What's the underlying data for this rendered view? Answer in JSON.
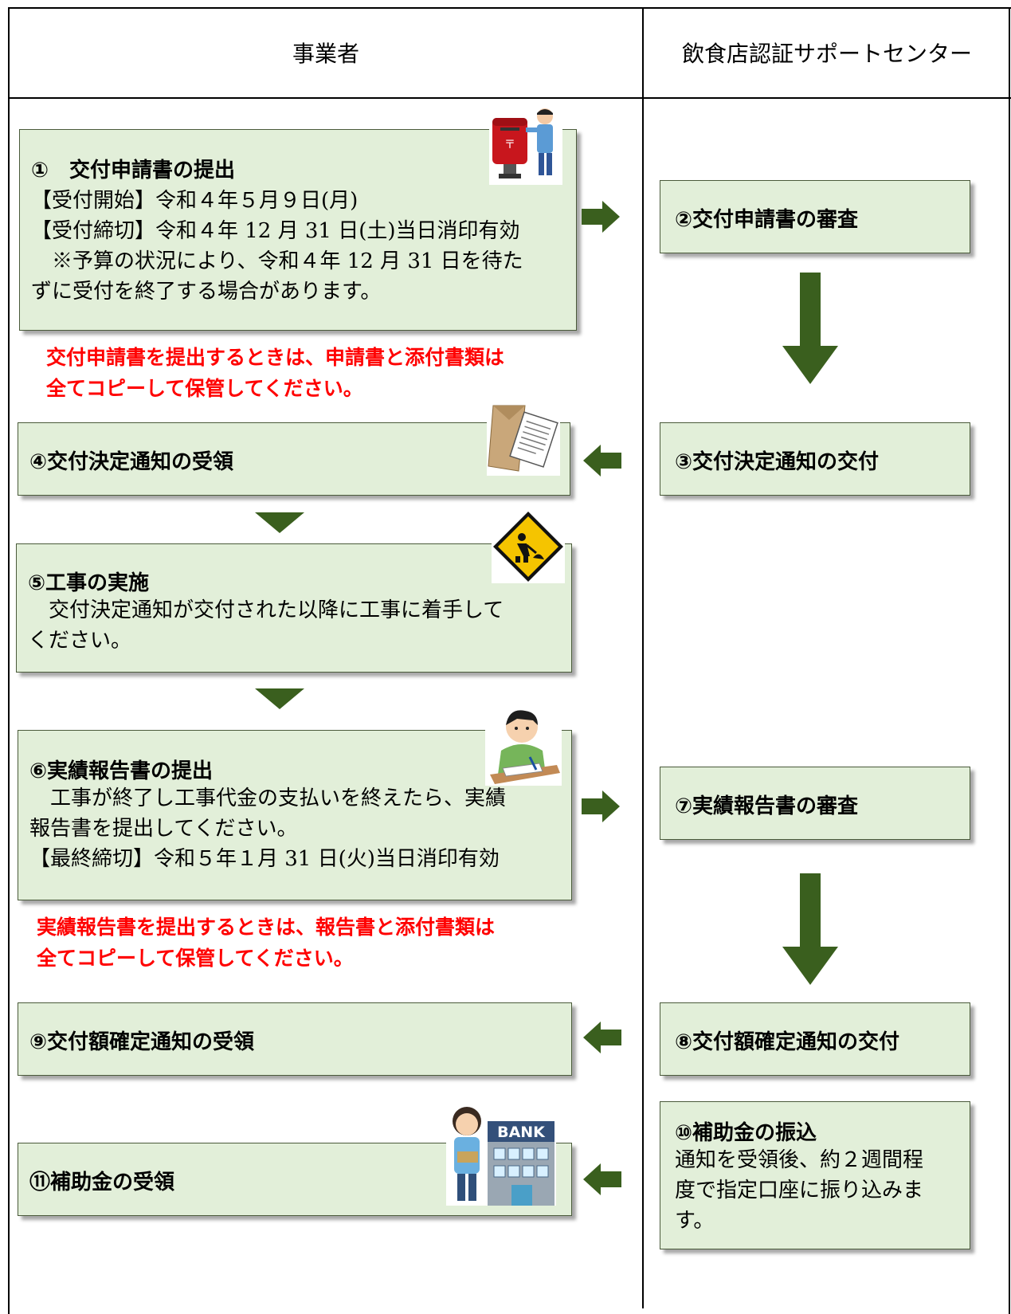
{
  "header": {
    "left": "事業者",
    "right": "飲食店認証サポートセンター"
  },
  "colors": {
    "box_fill": "#e2efd9",
    "arrow": "#3a5f1e",
    "note": "#ff0000"
  },
  "steps": {
    "s1": {
      "title": "①　交付申請書の提出",
      "lines": [
        "【受付開始】令和４年５月９日(月)",
        "【受付締切】令和４年 12 月 31 日(土)当日消印有効",
        "　※予算の状況により、令和４年 12 月 31 日を待た",
        "ずに受付を終了する場合があります。"
      ],
      "icon": "post-box-person-icon"
    },
    "s2": {
      "title": "②交付申請書の審査"
    },
    "s3": {
      "title": "③交付決定通知の交付"
    },
    "s4": {
      "title": "④交付決定通知の受領",
      "icon": "envelope-document-icon"
    },
    "s5": {
      "title": "⑤工事の実施",
      "lines": [
        "　交付決定通知が交付された以降に工事に着手して",
        "ください。"
      ],
      "icon": "construction-sign-icon"
    },
    "s6": {
      "title": "⑥実績報告書の提出",
      "lines": [
        "　工事が終了し工事代金の支払いを終えたら、実績",
        "報告書を提出してください。",
        "【最終締切】令和５年１月 31 日(火)当日消印有効"
      ],
      "icon": "writing-person-icon"
    },
    "s7": {
      "title": "⑦実績報告書の審査"
    },
    "s8": {
      "title": "⑧交付額確定通知の交付"
    },
    "s9": {
      "title": "⑨交付額確定通知の受領"
    },
    "s10": {
      "title": "⑩補助金の振込",
      "lines": [
        "通知を受領後、約２週間程",
        "度で指定口座に振り込みま",
        "す。"
      ]
    },
    "s11": {
      "title": "⑪補助金の受領",
      "icon": "bank-clerk-icon",
      "bank_sign": "BANK"
    }
  },
  "notes": {
    "n1": [
      "交付申請書を提出するときは、申請書と添付書類は",
      "全てコピーして保管してください。"
    ],
    "n2": [
      "実績報告書を提出するときは、報告書と添付書類は",
      "全てコピーして保管してください。"
    ]
  }
}
